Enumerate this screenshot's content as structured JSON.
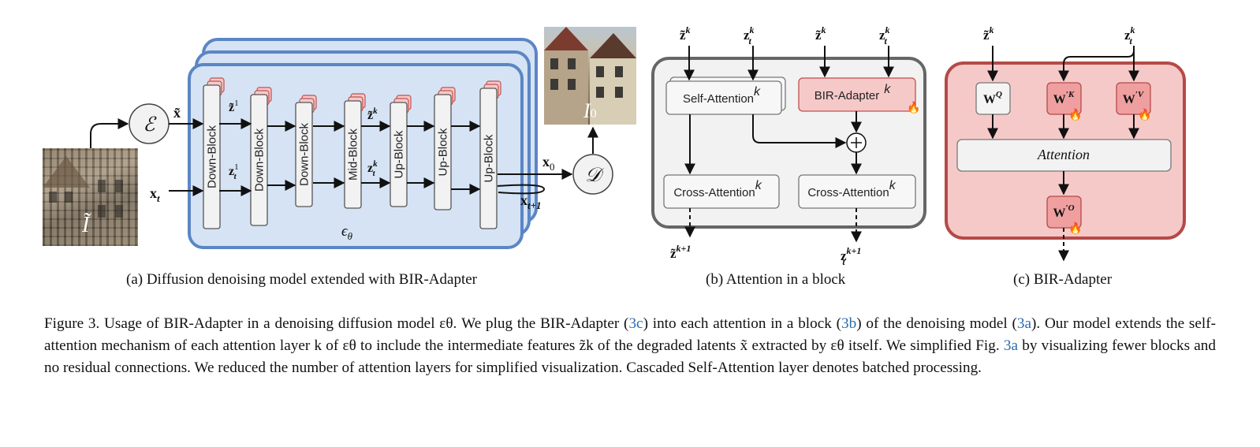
{
  "panel_a": {
    "caption": "(a) Diffusion denoising model extended with BIR-Adapter",
    "blocks": [
      "Down-Block",
      "Down-Block",
      "Down-Block",
      "Mid-Block",
      "Up-Block",
      "Up-Block",
      "Up-Block"
    ],
    "encoder_symbol": "ℰ",
    "decoder_symbol": "𝒟",
    "model_label": "εθ",
    "degraded_image_label": "Ĩ",
    "output_image_label": "I0",
    "var_x_tilde": "x̃",
    "var_x_t": "xt",
    "var_x_0": "x0",
    "var_x_t1": "xt+1",
    "var_z1": "z̃1",
    "var_zt1": "zt1",
    "var_zk": "z̃k",
    "var_ztk": "ztk"
  },
  "panel_b": {
    "caption": "(b) Attention in a block",
    "self_attention": "Self-Attention",
    "bir_adapter": "BIR-Adapter",
    "cross_attention": "Cross-Attention",
    "superscript_k": "k",
    "in_zk": "z̃k",
    "in_ztk": "ztk",
    "out_zk1": "z̃k+1",
    "out_ztk1": "ztk+1"
  },
  "panel_c": {
    "caption": "(c) BIR-Adapter",
    "attention": "Attention",
    "wq": "WQ",
    "wk": "W′K",
    "wv": "W′V",
    "wo": "W′O",
    "in_zk": "z̃k",
    "in_ztk": "ztk"
  },
  "caption": {
    "prefix": "Figure 3. Usage of BIR-Adapter in a denoising diffusion model εθ. We plug the BIR-Adapter (",
    "ref_3c": "3c",
    "mid1": ") into each attention in a block (",
    "ref_3b": "3b",
    "mid2": ") of the denoising model (",
    "ref_3a": "3a",
    "mid3": "). Our model extends the self-attention mechanism of each attention layer k of εθ to include the intermediate features z̃k of the degraded latents x̃ extracted by εθ itself. We simplified Fig. ",
    "ref_3a2": "3a",
    "suffix": " by visualizing fewer blocks and no residual connections. We reduced the number of attention layers for simplified visualization. Cascaded Self-Attention layer denotes batched processing."
  },
  "colors": {
    "stack_fill": "#d5e3f5",
    "stack_border": "#5b86c4",
    "adapter_fill": "#f6c9c9",
    "adapter_border": "#c0504d",
    "block_fill": "#f2f2f2",
    "link": "#2a6cb0"
  }
}
